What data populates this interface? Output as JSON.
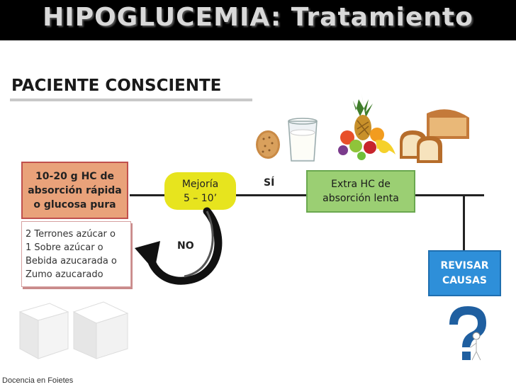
{
  "title": "HIPOGLUCEMIA: Tratamiento",
  "subtitle": "PACIENTE CONSCIENTE",
  "boxes": {
    "hc_rapida": "10-20 g HC de\nabsorción  rápida\no glucosa pura",
    "mejoria": "Mejoría\n5 – 10’",
    "hc_lenta": "Extra HC de\nabsorción  lenta",
    "revisar": "REVISAR\nCAUSAS"
  },
  "options": "2 Terrones azúcar o\n1 Sobre azúcar o\nBebida azucarada o\nZumo azucarado",
  "labels": {
    "si": "SÍ",
    "no": "NO"
  },
  "footer": "Docencia en Foietes",
  "colors": {
    "rapid_box": "#e9a27a",
    "improvement_box": "#e7e41e",
    "slow_box": "#9bcf73",
    "review_box": "#2e8fd9",
    "title_bar": "#000000"
  },
  "images": [
    "cookie",
    "glass-of-milk",
    "fruit-basket",
    "bread-slices",
    "sugar-cubes",
    "question-figure"
  ]
}
